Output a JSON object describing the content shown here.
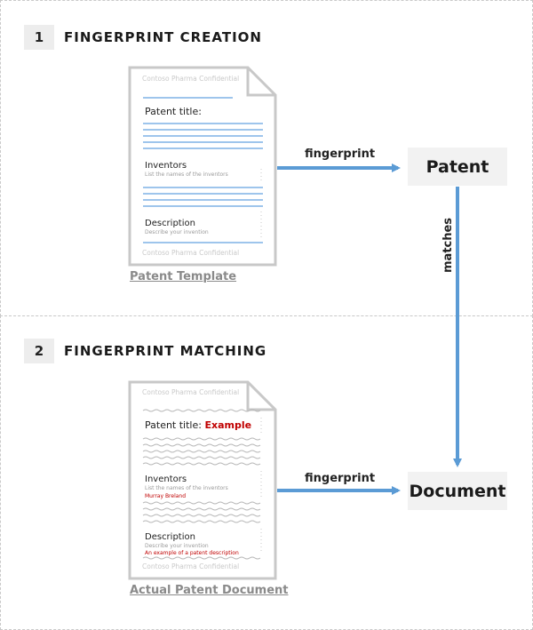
{
  "sections": [
    {
      "number": "1",
      "title": "FINGERPRINT CREATION"
    },
    {
      "number": "2",
      "title": "FINGERPRINT MATCHING"
    }
  ],
  "template_doc": {
    "watermark_top": "Contoso Pharma Confidential",
    "field1_label": "Patent title:",
    "field2_label": "Inventors",
    "field2_hint": "List the names of the inventors",
    "field3_label": "Description",
    "field3_hint": "Describe your invention",
    "watermark_bottom": "Contoso Pharma Confidential",
    "caption": "Patent Template"
  },
  "actual_doc": {
    "watermark_top": "Contoso Pharma Confidential",
    "field1_label": "Patent title:",
    "field1_value": "Example",
    "field2_label": "Inventors",
    "field2_hint": "List the names of the inventors",
    "field2_value": "Murray Breland",
    "field3_label": "Description",
    "field3_hint": "Describe your invention",
    "field3_value": "An example of a patent description",
    "watermark_bottom": "Contoso Pharma Confidential",
    "caption": "Actual Patent Document"
  },
  "nodes": {
    "patent": "Patent",
    "document": "Document"
  },
  "edges": {
    "fingerprint_1": "fingerprint",
    "fingerprint_2": "fingerprint",
    "matches": "matches"
  },
  "colors": {
    "arrow": "#5b9bd5",
    "highlight": "#c00000",
    "doc_border": "#c8c8c8",
    "template_line": "#7fb2e5"
  }
}
